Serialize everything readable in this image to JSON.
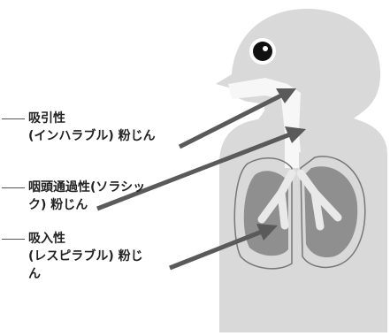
{
  "labels": [
    {
      "lines": [
        "吸引性",
        "(インハラブル) 粉じん"
      ]
    },
    {
      "lines": [
        "咽頭通過性(ソラシッ",
        "ク) 粉じん"
      ]
    },
    {
      "lines": [
        "吸入性",
        "(レスピラブル) 粉じ",
        "ん"
      ]
    }
  ],
  "colors": {
    "body": "#d9d9d9",
    "airway": "#f7f7f7",
    "lung_tissue": "#8f8f8f",
    "arrow": "#5a5a5a",
    "outline": "#777777"
  }
}
